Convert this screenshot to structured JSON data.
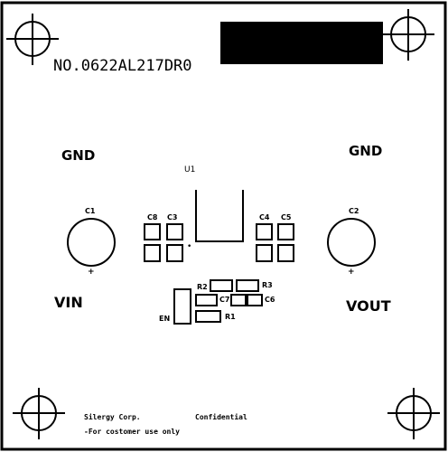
{
  "board": {
    "part_number": "NO.0622AL217DR0",
    "gnd_left": "GND",
    "gnd_right": "GND",
    "vin": "VIN",
    "vout": "VOUT",
    "en": "EN",
    "footer_company": "Silergy Corp.",
    "footer_confidential": "Confidential",
    "footer_note": "-For costomer use only"
  },
  "components": {
    "u1": "U1",
    "c1": "C1",
    "c2": "C2",
    "c3": "C3",
    "c4": "C4",
    "c5": "C5",
    "c6": "C6",
    "c7": "C7",
    "c8": "C8",
    "r1": "R1",
    "r2": "R2",
    "r3": "R3",
    "plus_c1": "+",
    "plus_c2": "+",
    "dot_u1": "•"
  },
  "colors": {
    "ink": "#000000",
    "paper": "#ffffff"
  }
}
